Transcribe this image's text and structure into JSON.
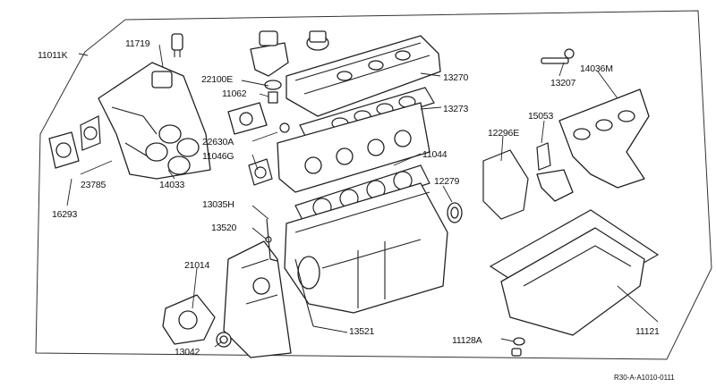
{
  "diagram": {
    "labels": {
      "l11011K": "11011K",
      "l11719": "11719",
      "l22100E": "22100E",
      "l11062": "11062",
      "l13270": "13270",
      "l13273": "13273",
      "l22630A": "22630A",
      "l11046G": "11046G",
      "l23785": "23785",
      "l14033": "14033",
      "l16293": "16293",
      "l11044": "11044",
      "l12296E": "12296E",
      "l15053": "15053",
      "l13207": "13207",
      "l14036M": "14036M",
      "l12279": "12279",
      "l13035H": "13035H",
      "l13520": "13520",
      "l21014": "21014",
      "l13042": "13042",
      "l13521": "13521",
      "l11121": "11121",
      "l11128A": "11128A",
      "code": "R30-A-A1010-0111"
    }
  }
}
